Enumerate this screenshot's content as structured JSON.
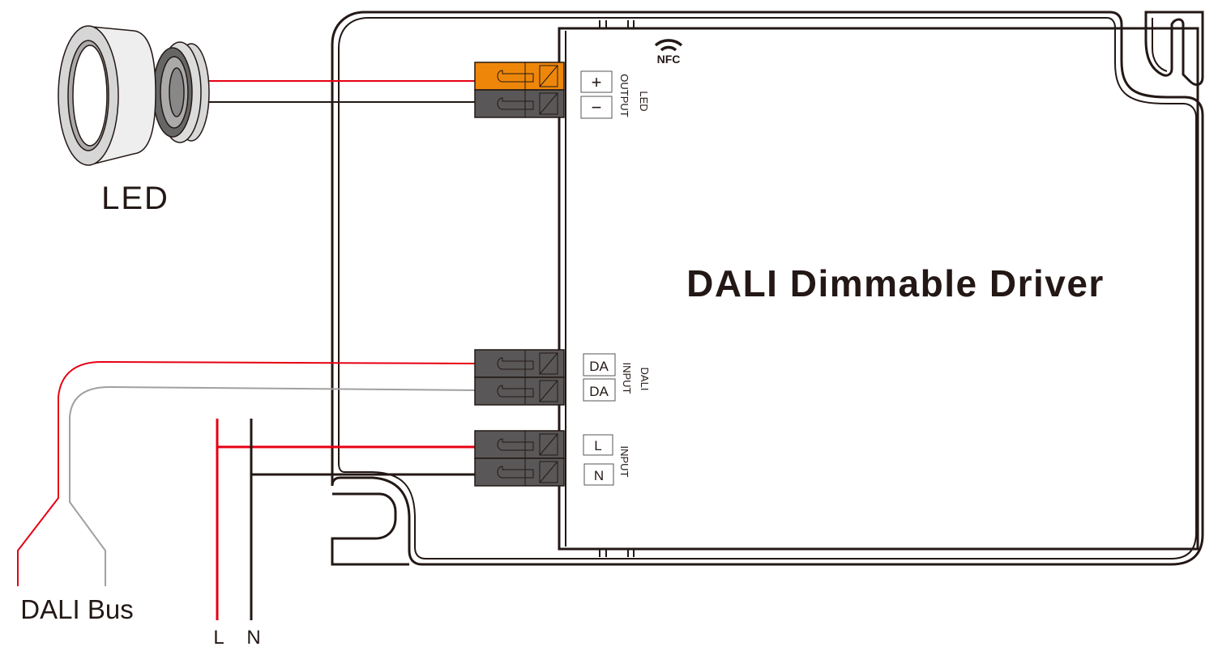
{
  "driver": {
    "title": "DALI Dimmable Driver",
    "nfc_label": "NFC"
  },
  "led": {
    "label": "LED"
  },
  "terminals": {
    "output": {
      "plus": "+",
      "minus": "−",
      "line1": "OUTPUT",
      "line2": "LED"
    },
    "dali": {
      "t1": "DA",
      "t2": "DA",
      "line1": "INPUT",
      "line2": "DALI"
    },
    "mains": {
      "l": "L",
      "n": "N",
      "line1": "INPUT"
    }
  },
  "bottom_labels": {
    "dali_bus": "DALI Bus",
    "l": "L",
    "n": "N"
  },
  "colors": {
    "red_wire": "#e60012",
    "black_wire": "#231815",
    "gray_wire": "#a0a0a0",
    "orange_terminal": "#ee8709",
    "dark_terminal": "#595757"
  }
}
